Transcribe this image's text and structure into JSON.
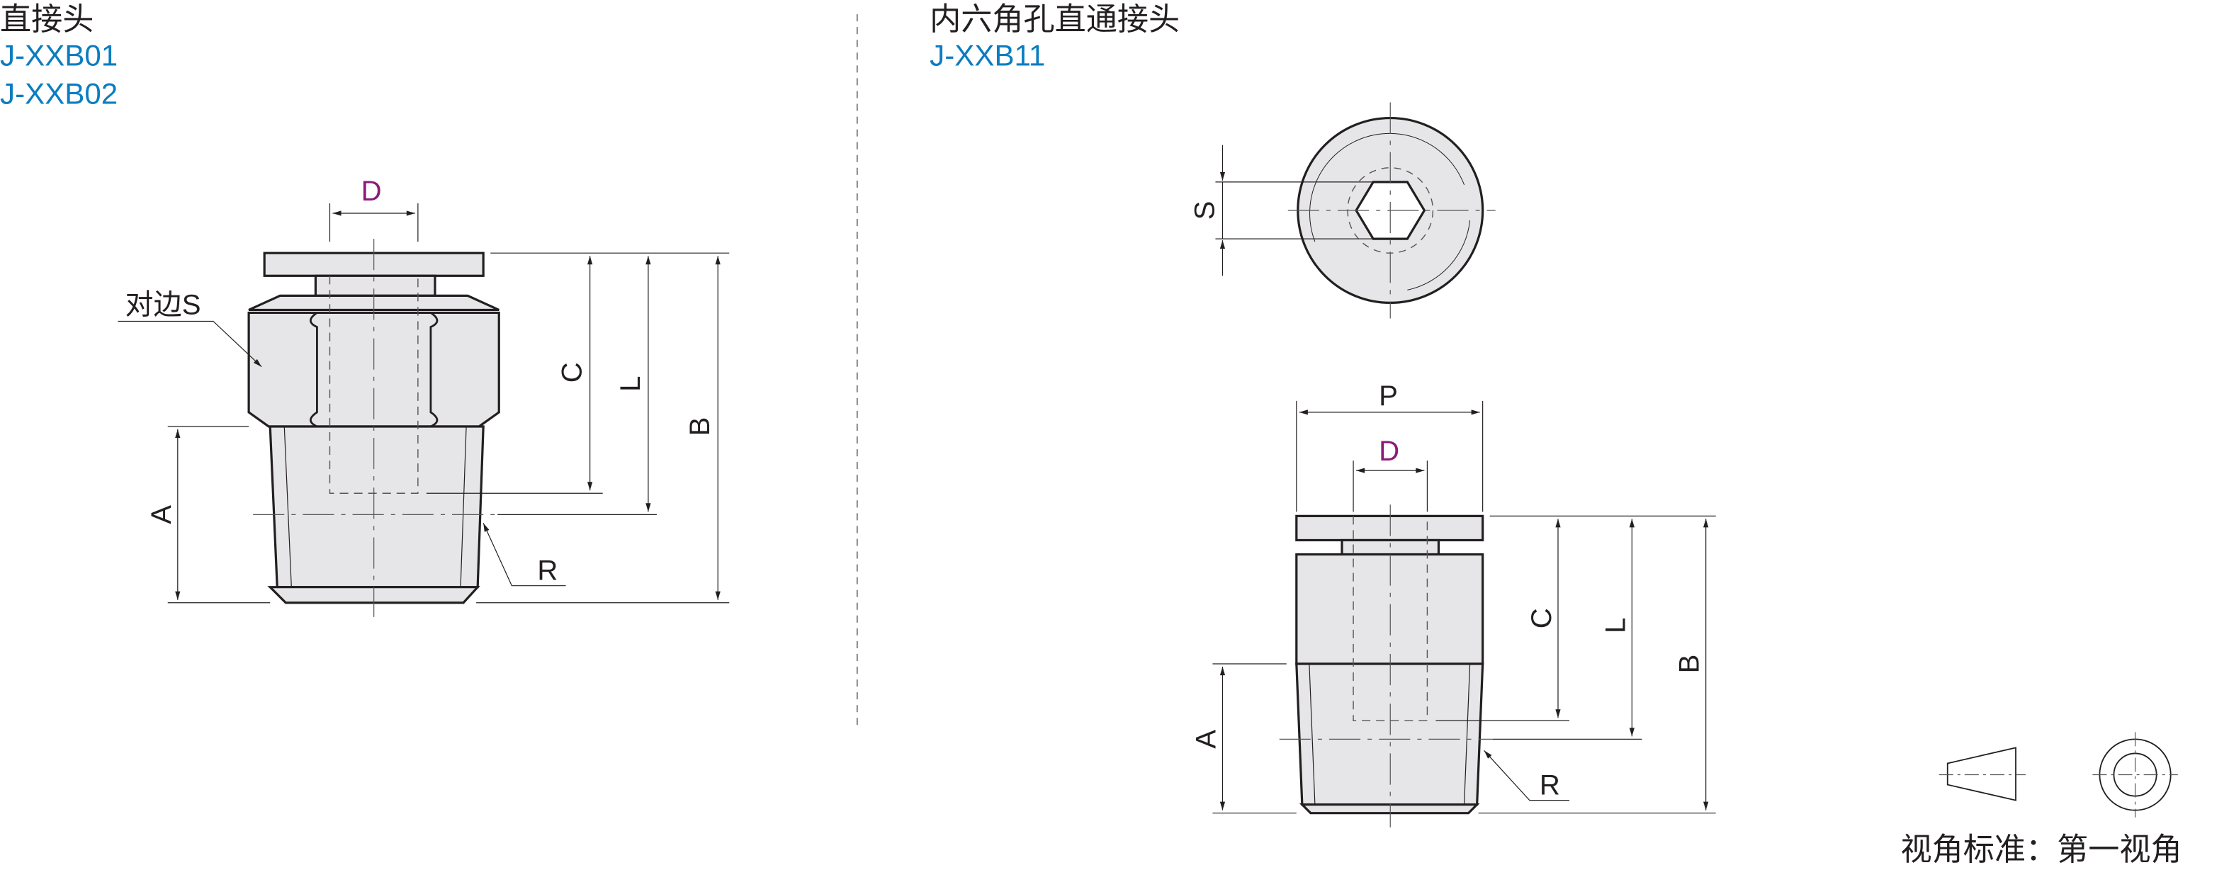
{
  "left": {
    "title": "直接头",
    "codes": [
      "J-XXB01",
      "J-XXB02"
    ],
    "labels": {
      "D": "D",
      "S": "对边S",
      "C": "C",
      "L": "L",
      "B": "B",
      "A": "A",
      "R": "R"
    }
  },
  "right": {
    "title": "内六角孔直通接头",
    "codes": [
      "J-XXB11"
    ],
    "labels": {
      "S": "S",
      "P": "P",
      "D": "D",
      "C": "C",
      "L": "L",
      "B": "B",
      "A": "A",
      "R": "R"
    }
  },
  "legend": {
    "text": "视角标准：第一视角"
  },
  "colors": {
    "code": "#0a7dc0",
    "diameter": "#8b1a7a",
    "fill": "#e6e6e8"
  }
}
